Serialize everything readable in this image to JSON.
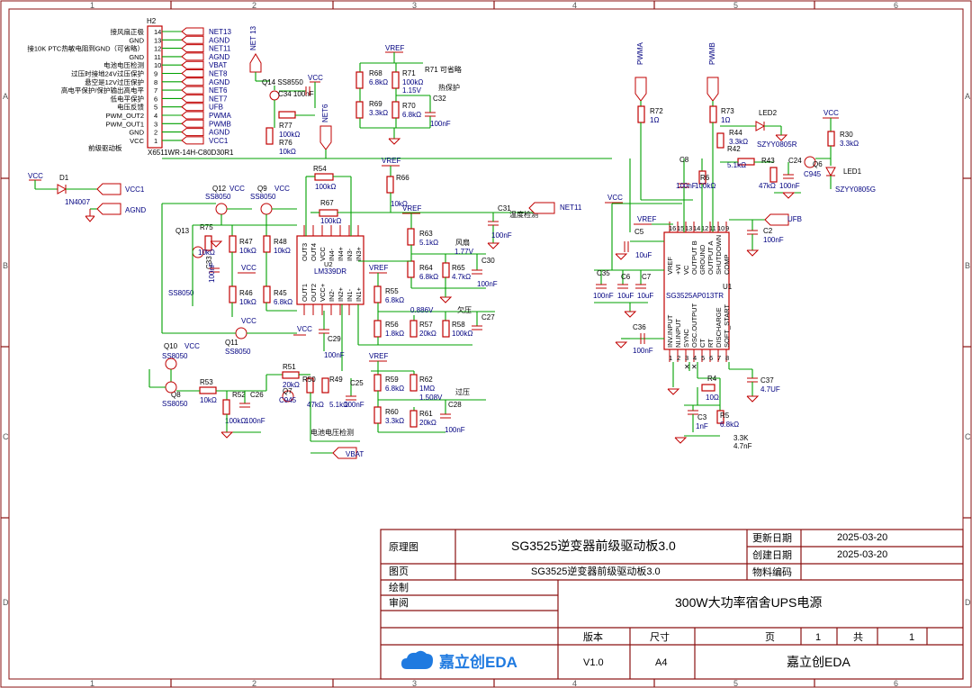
{
  "sheet": {
    "col_markers": [
      "1",
      "2",
      "3",
      "4",
      "5",
      "6"
    ],
    "row_markers": [
      "A",
      "B",
      "C",
      "D"
    ]
  },
  "connector": {
    "ref": "H2",
    "part": "X6511WR-14H-C80D30R1",
    "note": "前级驱动板",
    "pins": [
      {
        "num": "14",
        "desc": "接风扇正极",
        "net": "NET13"
      },
      {
        "num": "13",
        "desc": "GND",
        "net": "AGND"
      },
      {
        "num": "12",
        "desc": "接10K PTC热敏电阻到GND（可省略）",
        "net": "NET11"
      },
      {
        "num": "11",
        "desc": "GND",
        "net": "AGND"
      },
      {
        "num": "10",
        "desc": "电池电压检测",
        "net": "VBAT"
      },
      {
        "num": "9",
        "desc": "过压时接地24V过压保护",
        "net": "NET8"
      },
      {
        "num": "8",
        "desc": "悬空是12V过压保护",
        "net": "AGND"
      },
      {
        "num": "7",
        "desc": "高电平保护/保护输出高电平",
        "net": "NET6"
      },
      {
        "num": "6",
        "desc": "低电平保护",
        "net": "NET7"
      },
      {
        "num": "5",
        "desc": "电压反馈",
        "net": "UFB"
      },
      {
        "num": "4",
        "desc": "PWM_OUT2",
        "net": "PWMA"
      },
      {
        "num": "3",
        "desc": "PWM_OUT1",
        "net": "PWMB"
      },
      {
        "num": "2",
        "desc": "GND",
        "net": "AGND"
      },
      {
        "num": "1",
        "desc": "VCC",
        "net": "VCC1"
      }
    ]
  },
  "labels": {
    "vcc": "VCC",
    "vcc1": "VCC1",
    "agnd": "AGND",
    "vref": "VREF",
    "net13": "NET 13",
    "net11": "NET11",
    "net6": "NET6",
    "pwma": "PWMA",
    "pwmb": "PWMB",
    "ufb": "UFB",
    "vbat": "VBAT",
    "fan": "风扇",
    "fan_v": "1.77V",
    "under": "欠压",
    "under_v": "0.886V",
    "over": "过压",
    "over_v": "1.508V",
    "r71_note": "R71 可省略",
    "overheat": "热保护",
    "temp": "温度检测",
    "batt": "电池电压检测",
    "v115": "1.15V",
    "u1_extra1": "3.3K",
    "u1_extra2": "4.7nF"
  },
  "parts": {
    "d1": "D1",
    "d1v": "1N4007",
    "q14": "Q14 SS8550",
    "c34": "C34 100nF",
    "r77": "R77",
    "r77v": "100kΩ",
    "r76": "R76",
    "r76v": "10kΩ",
    "r68": "R68",
    "r68v": "6.8kΩ",
    "r71": "R71",
    "r71v": "100kΩ",
    "r69": "R69",
    "r69v": "3.3kΩ",
    "r70": "R70",
    "r70v": "6.8kΩ",
    "c32": "C32",
    "c32v": "100nF",
    "r54": "R54",
    "r54v": "100kΩ",
    "r67": "R67",
    "r67v": "100kΩ",
    "r66": "R66",
    "r66v": "10kΩ",
    "q12": "Q12",
    "q12v": "SS8050",
    "q9": "Q9",
    "q9v": "SS8050",
    "q13": "Q13",
    "q13v": "SS8050",
    "r75": "R75",
    "r75v": "10kΩ",
    "c33": "C33",
    "c33v": "100nF",
    "r47": "R47",
    "r47v": "10kΩ",
    "r48": "R48",
    "r48v": "10kΩ",
    "r46": "R46",
    "r46v": "10kΩ",
    "r45": "R45",
    "r45v": "6.8kΩ",
    "u2": "LM339DR",
    "u2ref": "U2",
    "r63": "R63",
    "r63v": "5.1kΩ",
    "r64": "R64",
    "r64v": "6.8kΩ",
    "r65": "R65",
    "r65v": "4.7kΩ",
    "c30": "C30",
    "c30v": "100nF",
    "c31": "C31",
    "c31v": "100nF",
    "r55": "R55",
    "r55v": "6.8kΩ",
    "r56": "R56",
    "r56v": "1.8kΩ",
    "r57": "R57",
    "r57v": "20kΩ",
    "r58": "R58",
    "r58v": "100kΩ",
    "c27": "C27",
    "q10": "Q10",
    "q10v": "SS8050",
    "q11": "Q11",
    "q11v": "SS8050",
    "q8": "Q8",
    "q8v": "SS8050",
    "r53": "R53",
    "r53v": "10kΩ",
    "r52": "R52",
    "r52v": "100kΩ",
    "c26": "C26",
    "c26v": "100nF",
    "r51": "R51",
    "r51v": "20kΩ",
    "q7": "Q7",
    "q7v": "C945",
    "r50": "R50",
    "r50v": "47kΩ",
    "r49": "R49",
    "r49v": "5.1kΩ",
    "c25": "C25",
    "c25v": "100nF",
    "c29": "C29",
    "c29v": "100nF",
    "r59": "R59",
    "r59v": "6.8kΩ",
    "r62": "R62",
    "r62v": "1MΩ",
    "r60": "R60",
    "r60v": "3.3kΩ",
    "r61": "R61",
    "r61v": "20kΩ",
    "c28": "C28",
    "c28v": "100nF",
    "r72": "R72",
    "r72v": "1Ω",
    "r73": "R73",
    "r73v": "1Ω",
    "led2": "LED2",
    "led2v": "SZYY0805R",
    "led1": "LED1",
    "led1v": "SZYY0805G",
    "r44": "R44",
    "r44v": "3.3kΩ",
    "r42": "R42",
    "r42v": "5.1kΩ",
    "r43": "R43",
    "r43v": "47kΩ",
    "c24": "C24",
    "c24v": "100nF",
    "q6": "Q6",
    "q6v": "C945",
    "r30": "R30",
    "r30v": "3.3kΩ",
    "c8": "C8",
    "c8v": "100nF",
    "r6": "R6",
    "r6v": "100kΩ",
    "c2": "C2",
    "c2v": "100nF",
    "c5": "C5",
    "c5v": "10uF",
    "c35": "C35",
    "c35v": "100nF",
    "c6": "C6",
    "c6v": "10uF",
    "c7": "C7",
    "c7v": "10uF",
    "c36": "C36",
    "c36v": "100nF",
    "u1": "U1",
    "u1v": "SG3525AP013TR",
    "r4": "R4",
    "r4v": "10Ω",
    "c3": "C3",
    "c3v": "1nF",
    "r5": "R5",
    "r5v": "6.8kΩ",
    "c37": "C37",
    "c37v": "4.7UF"
  },
  "u1_pins_top": [
    "VREF",
    "+VI",
    "VC",
    "OUTPUT B",
    "GROUND",
    "OUTPUT A",
    "SHUTDOWN",
    "COMP"
  ],
  "u1_pins_top_num": [
    "16",
    "15",
    "13",
    "14",
    "12",
    "11",
    "10",
    "9"
  ],
  "u1_pins_bottom": [
    "INV.INPUT",
    "NI.INPUT",
    "SYNC",
    "OSC.OUTPUT",
    "CT",
    "RT",
    "DISCHARGE",
    "SOFT_START"
  ],
  "u1_pins_bottom_num": [
    "1",
    "2",
    "3",
    "4",
    "5",
    "6",
    "7",
    "8"
  ],
  "u2_pins_top": [
    "OUT3",
    "OUT4",
    "VCC",
    "IN4-",
    "IN4+",
    "IN3-",
    "IN3+"
  ],
  "u2_pins_bottom": [
    "OUT1",
    "OUT2",
    "VCC+",
    "IN2-",
    "IN2+",
    "IN1-",
    "IN1+"
  ],
  "title_block": {
    "schematic_label": "原理图",
    "schematic_name": "SG3525逆变器前级驱动板3.0",
    "page_label": "图页",
    "page_name": "SG3525逆变器前级驱动板3.0",
    "drawn_label": "绘制",
    "review_label": "审阅",
    "updated_label": "更新日期",
    "updated": "2025-03-20",
    "created_label": "创建日期",
    "created": "2025-03-20",
    "material_label": "物料编码",
    "project": "300W大功率宿舍UPS电源",
    "version_label": "版本",
    "version": "V1.0",
    "size_label": "尺寸",
    "size": "A4",
    "page_no_label": "页",
    "page_no": "1",
    "total_label": "共",
    "total": "1",
    "brand": "嘉立创EDA",
    "footer_company": "嘉立创EDA"
  }
}
